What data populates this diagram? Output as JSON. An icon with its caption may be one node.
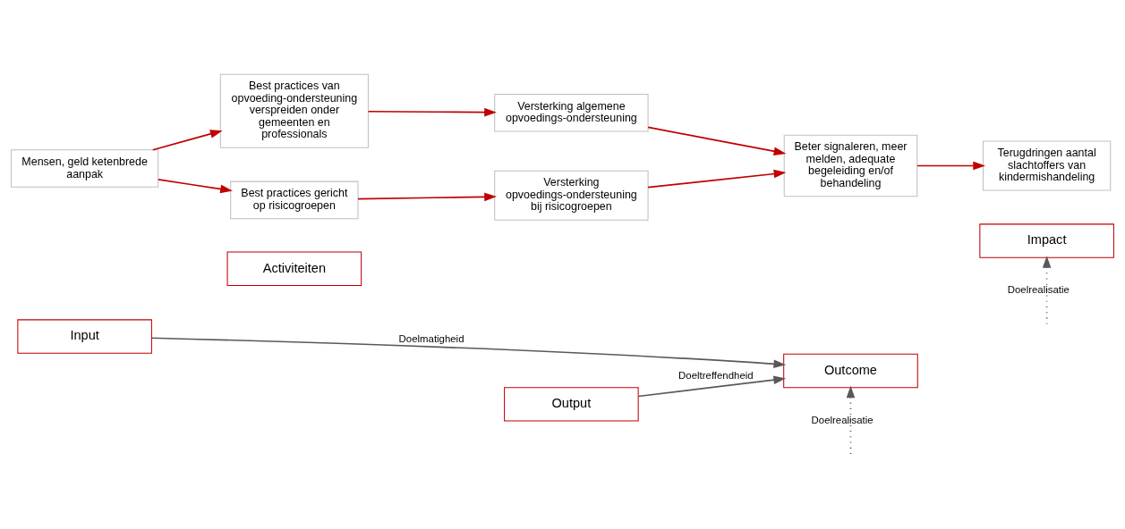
{
  "diagram": {
    "nodes": [
      {
        "text": [
          "Input"
        ]
      },
      {
        "text": [
          "Activiteiten"
        ]
      },
      {
        "text": [
          "Output"
        ]
      },
      {
        "text": [
          "Outcome"
        ]
      },
      {
        "text": [
          "Impact"
        ]
      },
      {
        "text": [
          "Mensen, geld ketenbrede aanpak"
        ]
      },
      {
        "text": [
          "Best practices van opvoeding-ondersteuning verspreiden onder gemeenten en professionals"
        ]
      },
      {
        "text": [
          "Best practices gericht op risicogroepen"
        ]
      },
      {
        "text": [
          "Versterking algemene opvoedings-ondersteuning"
        ]
      },
      {
        "text": [
          "Versterking opvoedings-ondersteuning bij risicogroepen"
        ]
      },
      {
        "text": [
          "Beter signaleren, meer melden, adequate begeleiding en/of behandeling"
        ]
      },
      {
        "text": [
          "Terugdringen aantal slachtoffers van kindermishandeling"
        ]
      }
    ],
    "edges": [
      {
        "from": 0,
        "to": 3,
        "arrow": "to",
        "label": "Doelmatigheid",
        "color": "#595959"
      },
      {
        "from": 2,
        "to": 3,
        "arrow": "to",
        "label": "Doeltreffendheid",
        "color": "#595959"
      },
      {
        "from": null,
        "to": 3,
        "arrow": "to",
        "label": "Doelrealisatie",
        "style": "dashed",
        "color": "#595959"
      },
      {
        "from": null,
        "to": 4,
        "arrow": "to",
        "label": "Doelrealisatie",
        "style": "dashed",
        "color": "#595959"
      },
      {
        "from": 5,
        "to": 6,
        "arrow": "to"
      },
      {
        "from": 5,
        "to": 7,
        "arrow": "to"
      },
      {
        "from": 6,
        "to": 8,
        "arrow": "to"
      },
      {
        "from": 7,
        "to": 9,
        "arrow": "to"
      },
      {
        "from": 8,
        "to": 10,
        "arrow": "to"
      },
      {
        "from": 9,
        "to": 10,
        "arrow": "to"
      },
      {
        "from": 10,
        "to": 11,
        "arrow": "to"
      }
    ]
  }
}
